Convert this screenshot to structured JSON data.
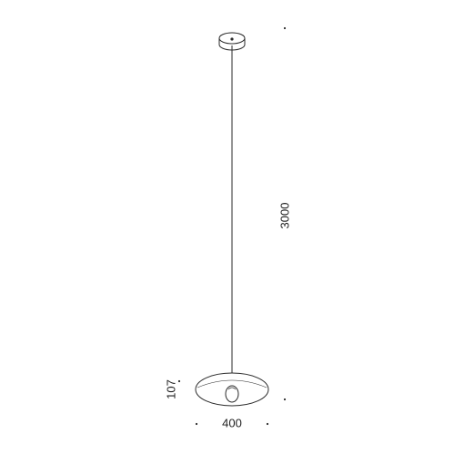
{
  "dimensions": {
    "cable_length": "3000",
    "shade_height": "107",
    "shade_width": "400"
  },
  "colors": {
    "line": "#2a2a2a",
    "text": "#1e1e1e",
    "background": "#ffffff"
  }
}
